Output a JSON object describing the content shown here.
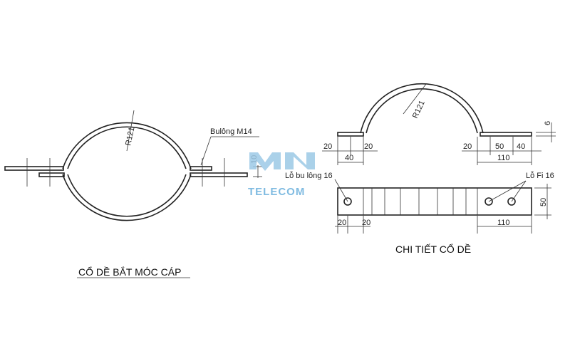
{
  "left_view": {
    "radius_label": "R121",
    "bolt_label": "Bulông M14",
    "thickness_label": "10",
    "title": "CỔ DỀ BẮT MÓC CÁP"
  },
  "detail_view": {
    "radius_label": "R121",
    "thickness_label": "6",
    "top_dims": {
      "left_a": "20",
      "left_b": "20",
      "left_total": "40",
      "right_a": "20",
      "right_b": "50",
      "right_c": "40",
      "right_total": "110"
    },
    "hole_bolt_label": "Lỗ bu lông 16",
    "hole_fi_label": "Lỗ Fi 16",
    "height_label": "50",
    "bottom_dims": {
      "left_a": "20",
      "left_b": "20",
      "right_total": "110"
    },
    "title": "CHI TIẾT CỔ DỀ"
  },
  "watermark": {
    "text": "TELECOM",
    "color": "#6ab0dc"
  }
}
